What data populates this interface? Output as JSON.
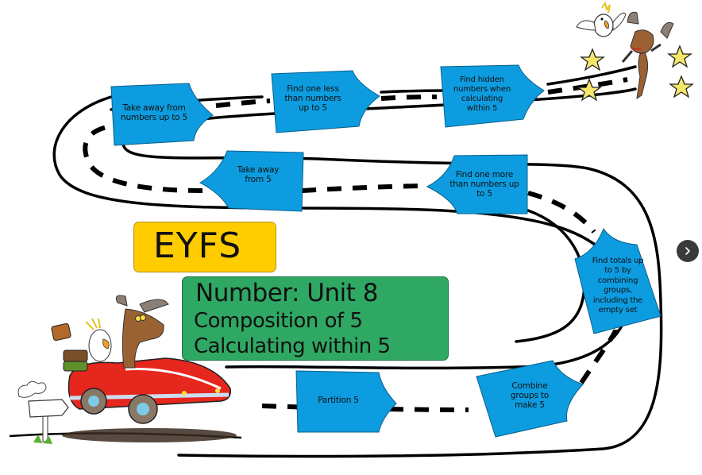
{
  "title_badge": {
    "label": "EYFS",
    "color": "#ffcc00"
  },
  "unit_box": {
    "line1": "Number: Unit 8",
    "line2": "Composition of 5",
    "line3": "Calculating within 5",
    "color": "#2fa864"
  },
  "road_signs": [
    {
      "id": 1,
      "label": "Partition 5"
    },
    {
      "id": 2,
      "label": "Combine groups to make 5"
    },
    {
      "id": 3,
      "label": "Find totals up to 5 by combining groups, including the empty set"
    },
    {
      "id": 4,
      "label": "Find one more than numbers up to 5"
    },
    {
      "id": 5,
      "label": "Take away from 5"
    },
    {
      "id": 6,
      "label": "Take away from numbers up to 5"
    },
    {
      "id": 7,
      "label": "Find one less than numbers up to 5"
    },
    {
      "id": 8,
      "label": "Find hidden numbers when calculating within 5"
    }
  ],
  "sign_color": "#0d9ce0",
  "navigation": {
    "next_icon": "chevron-right-icon"
  },
  "illustrations": {
    "start": "car-with-moose-and-cockatoo",
    "finish": "celebrating-moose-and-cockatoo-with-stars"
  }
}
